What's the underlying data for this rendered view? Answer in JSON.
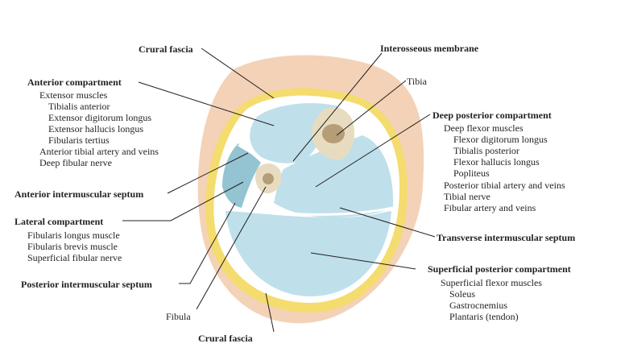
{
  "colors": {
    "skin": "#f3d2b7",
    "fat": "#f4dc6e",
    "fascia": "#ffffff",
    "compartment": "#bfe0ea",
    "compartment_dark": "#94c3d2",
    "bone": "#e8dcc0",
    "line": "#231f20"
  },
  "labels": {
    "crural_fascia_top": "Crural fascia",
    "interosseous_membrane": "Interosseous membrane",
    "tibia": "Tibia",
    "anterior": {
      "title": "Anterior compartment",
      "items": [
        "Extensor muscles",
        "Tibialis anterior",
        "Extensor digitorum longus",
        "Extensor hallucis longus",
        "Fibularis tertius",
        "Anterior tibial artery and veins",
        "Deep fibular nerve"
      ]
    },
    "deep_posterior": {
      "title": "Deep posterior compartment",
      "items": [
        "Deep flexor muscles",
        "Flexor digitorum longus",
        "Tibialis posterior",
        "Flexor hallucis longus",
        "Popliteus",
        "Posterior tibial artery and veins",
        "Tibial nerve",
        "Fibular artery and veins"
      ]
    },
    "anterior_septum": "Anterior intermuscular septum",
    "lateral": {
      "title": "Lateral compartment",
      "items": [
        "Fibularis longus muscle",
        "Fibularis brevis muscle",
        "Superficial fibular nerve"
      ]
    },
    "transverse_septum": "Transverse intermuscular septum",
    "superficial_posterior": {
      "title": "Superficial posterior compartment",
      "items": [
        "Superficial flexor muscles",
        "Soleus",
        "Gastrocnemius",
        "Plantaris (tendon)"
      ]
    },
    "posterior_septum": "Posterior intermuscular septum",
    "fibula": "Fibula",
    "crural_fascia_bottom": "Crural fascia"
  }
}
